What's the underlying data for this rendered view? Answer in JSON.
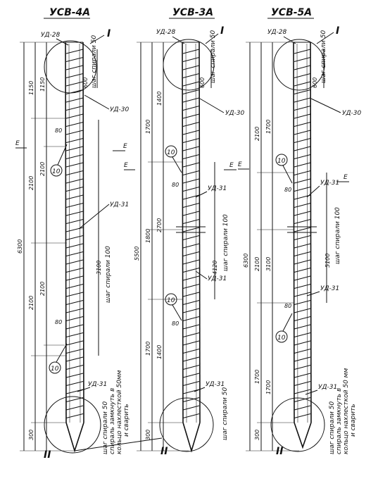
{
  "columns": [
    {
      "title": "УСВ-4А",
      "top_tag": "УД-28",
      "tags": [
        "УД-30",
        "УД-31",
        "УД-31"
      ],
      "marks": [
        "10",
        "10"
      ],
      "roman_top": "I",
      "roman_bottom": "II",
      "spiral_note_top": "шаг спирали 50",
      "spiral_note_mid": "шаг спирали 100",
      "bottom_note_1": "шаг спирали 50",
      "bottom_note_2": "спираль замкнуть в",
      "bottom_note_3": "кольцо нахлесткой 50мм",
      "bottom_note_4": "и сварить",
      "dim_total": "6300",
      "dims_left": [
        "1150",
        "2100",
        "2100",
        "300"
      ],
      "dims_right": [
        "1150",
        "2100",
        "2100"
      ],
      "dims_mid": [
        "600",
        "3100",
        "80",
        "80"
      ],
      "section_mark": "Е"
    },
    {
      "title": "УСВ-3А",
      "top_tag": "УД-28",
      "tags": [
        "УД-30",
        "УД-31",
        "УД-31",
        "УД-31"
      ],
      "marks": [
        "10",
        "10"
      ],
      "roman_top": "I",
      "roman_bottom": "II",
      "spiral_note_top": "шаг спирали 50",
      "spiral_note_mid": "шаг спирали 100",
      "bottom_note_1": "шаг спирали 50",
      "dim_total": "5500",
      "dims_left": [
        "1700",
        "1800",
        "1700",
        "300"
      ],
      "dims_right": [
        "1400",
        "2700",
        "1400"
      ],
      "dims_mid": [
        "600",
        "4120",
        "80",
        "80"
      ],
      "section_mark": "Е"
    },
    {
      "title": "УСВ-5А",
      "top_tag": "УД-28",
      "tags": [
        "УД-30",
        "УД-31",
        "УД-31",
        "УД-31"
      ],
      "marks": [
        "10",
        "10"
      ],
      "roman_top": "I",
      "roman_bottom": "II",
      "spiral_note_top": "шаг спирали 50",
      "spiral_note_mid": "шаг спирали 100",
      "bottom_note_1": "шаг спирали 50",
      "bottom_note_2": "спираль замкнуть в",
      "bottom_note_3": "кольцо нахлесткой 50 мм",
      "bottom_note_4": "и сварить",
      "dim_total": "6300",
      "dims_left": [
        "2100",
        "2100",
        "1700",
        "300"
      ],
      "dims_right": [
        "1700",
        "3100",
        "1700"
      ],
      "dims_mid": [
        "600",
        "5100",
        "80",
        "80"
      ],
      "section_mark": "Е"
    }
  ]
}
